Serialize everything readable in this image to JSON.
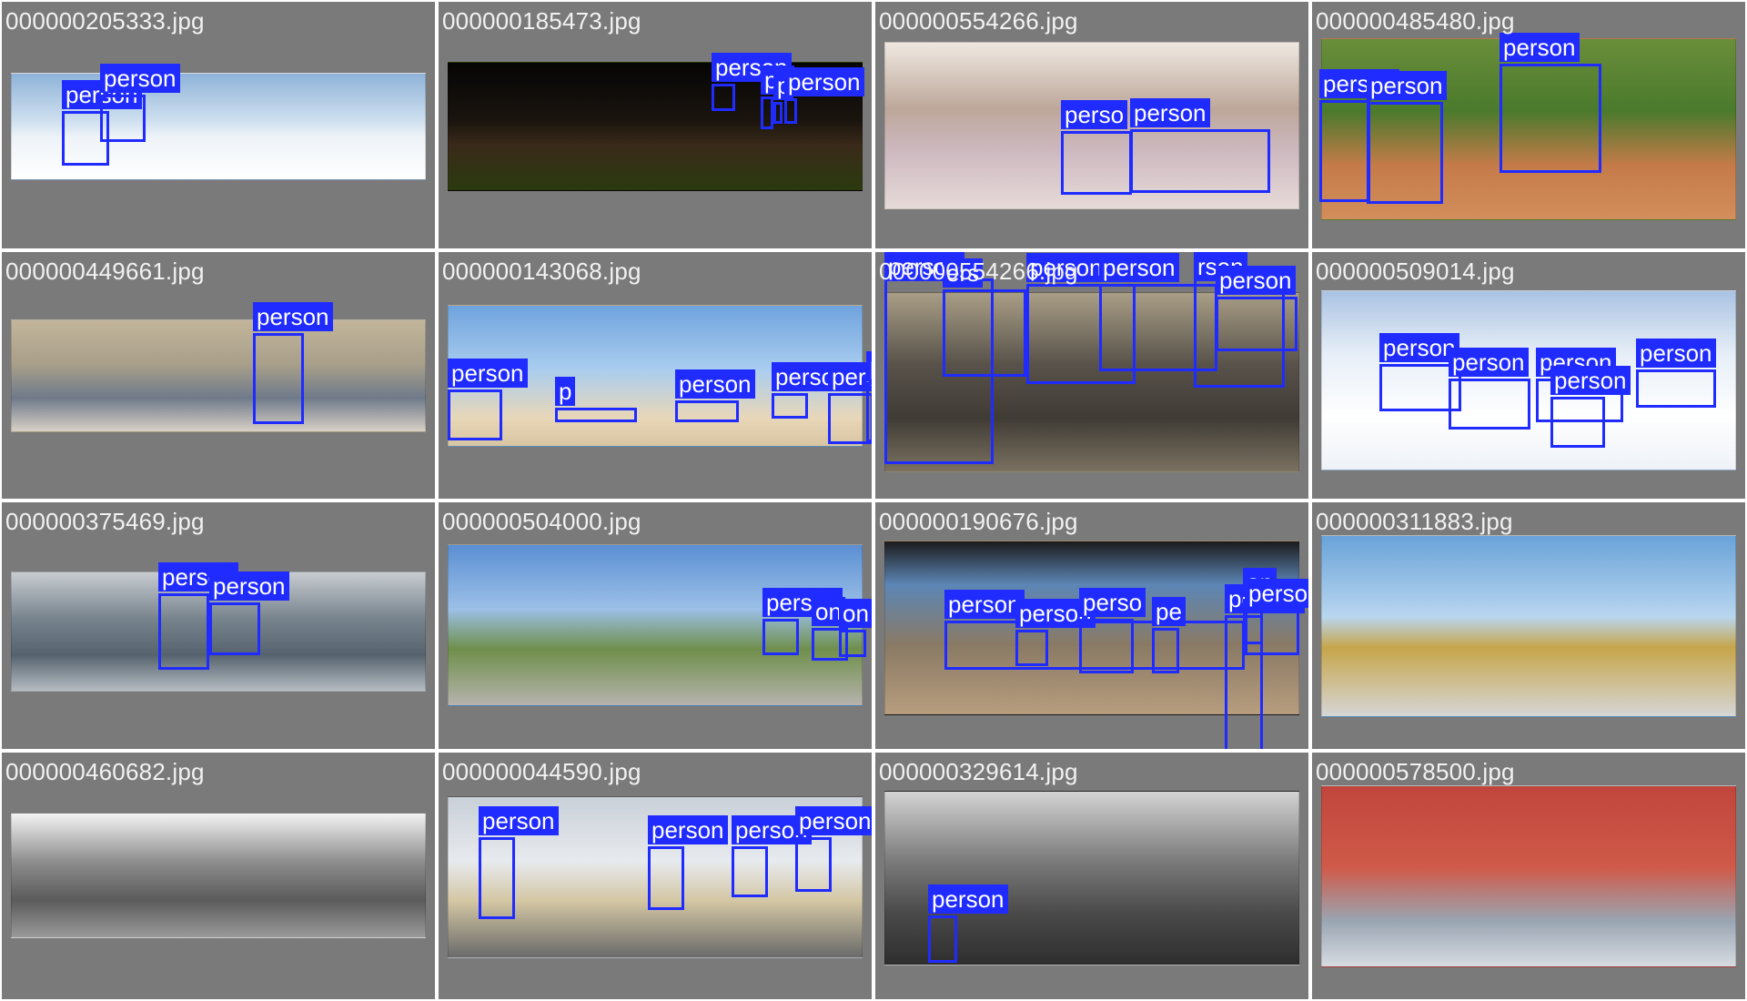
{
  "grid": {
    "columns": 4,
    "rows": 4,
    "cells": [
      {
        "filename": "000000205333.jpg",
        "labels": [
          "person",
          "person"
        ]
      },
      {
        "filename": "000000185473.jpg",
        "labels": [
          "person",
          "pe",
          "p",
          "person"
        ]
      },
      {
        "filename": "000000554266.jpg",
        "labels": [
          "perso",
          "person"
        ]
      },
      {
        "filename": "000000485480.jpg",
        "labels": [
          "person",
          "person",
          "person"
        ]
      },
      {
        "filename": "000000449661.jpg",
        "labels": [
          "person"
        ]
      },
      {
        "filename": "000000143068.jpg",
        "labels": [
          "person",
          "p",
          "person",
          "person",
          "pers",
          "person"
        ]
      },
      {
        "filename": "000000554266.jpg",
        "labels": [
          "person",
          "ers",
          "person",
          "person",
          "rson",
          "person"
        ]
      },
      {
        "filename": "000000509014.jpg",
        "labels": [
          "person",
          "person",
          "person",
          "person",
          "person"
        ]
      },
      {
        "filename": "000000375469.jpg",
        "labels": [
          "person",
          "person"
        ]
      },
      {
        "filename": "000000504000.jpg",
        "labels": [
          "person",
          "on",
          "on"
        ]
      },
      {
        "filename": "000000190676.jpg",
        "labels": [
          "person",
          "person",
          "perso",
          "pe",
          "person",
          "on",
          "person"
        ]
      },
      {
        "filename": "000000311883.jpg",
        "labels": []
      },
      {
        "filename": "000000460682.jpg",
        "labels": []
      },
      {
        "filename": "000000044590.jpg",
        "labels": [
          "person",
          "person",
          "person",
          "person"
        ]
      },
      {
        "filename": "000000329614.jpg",
        "labels": [
          "person"
        ]
      },
      {
        "filename": "000000578500.jpg",
        "labels": []
      }
    ]
  },
  "colors": {
    "cell_bg": "#7a7a7a",
    "box": "#1f2bff",
    "label_text": "#ffffff",
    "filename_text": "#f2f2f2"
  },
  "detection_class": "person"
}
